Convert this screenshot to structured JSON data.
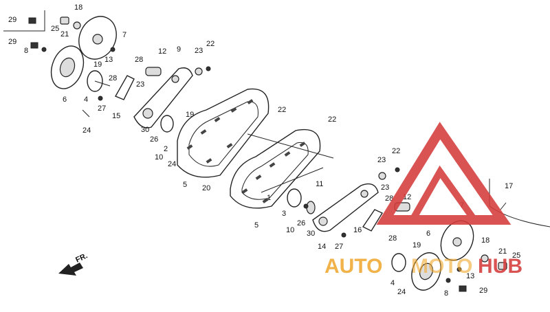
{
  "diagram": {
    "parts": [
      "1",
      "2",
      "3",
      "4",
      "5",
      "6",
      "7",
      "8",
      "9",
      "10",
      "11",
      "12",
      "13",
      "14",
      "15",
      "16",
      "17",
      "18",
      "19",
      "20",
      "21",
      "22",
      "23",
      "24",
      "25",
      "26",
      "27",
      "28",
      "29",
      "30"
    ],
    "direction_label": "FR.",
    "watermark": {
      "text_left": "AUTO",
      "text_middle": "MOTO",
      "text_right": "HUB",
      "color_red": "#d63c3c",
      "color_orange": "#f0a830"
    }
  }
}
